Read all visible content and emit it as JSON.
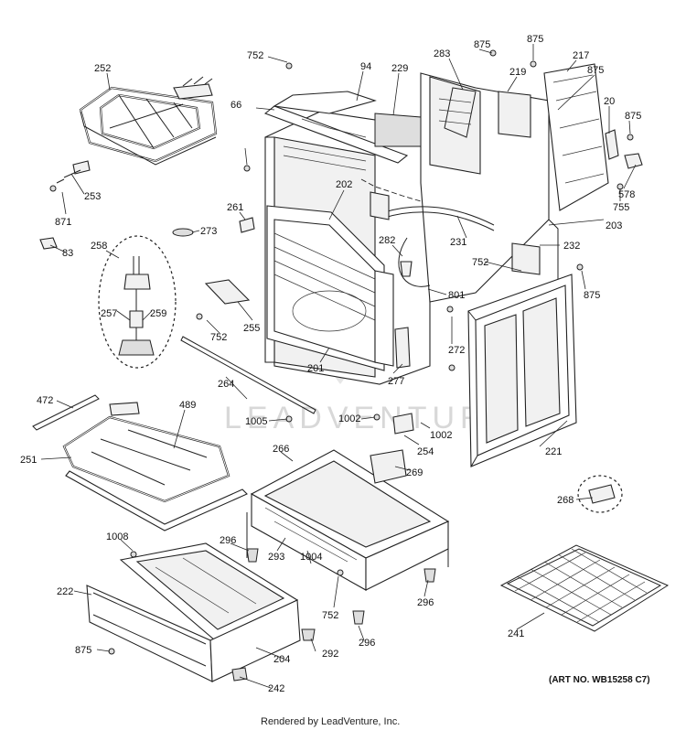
{
  "callouts": [
    "752",
    "94",
    "229",
    "283",
    "875",
    "875",
    "219",
    "217",
    "252",
    "66",
    "875",
    "20",
    "875",
    "202",
    "261",
    "578",
    "273",
    "755",
    "871",
    "253",
    "83",
    "203",
    "258",
    "231",
    "282",
    "232",
    "752",
    "875",
    "257",
    "259",
    "801",
    "255",
    "752",
    "272",
    "201",
    "264",
    "277",
    "472",
    "489",
    "1005",
    "1002",
    "1002",
    "254",
    "221",
    "251",
    "266",
    "269",
    "268",
    "1008",
    "296",
    "293",
    "1004",
    "222",
    "752",
    "296",
    "296",
    "241",
    "292",
    "875",
    "204",
    "242"
  ],
  "art_number": "(ART NO. WB15258 C7)",
  "footer": "Rendered by LeadVenture, Inc.",
  "watermark": "LEADVENTURE"
}
